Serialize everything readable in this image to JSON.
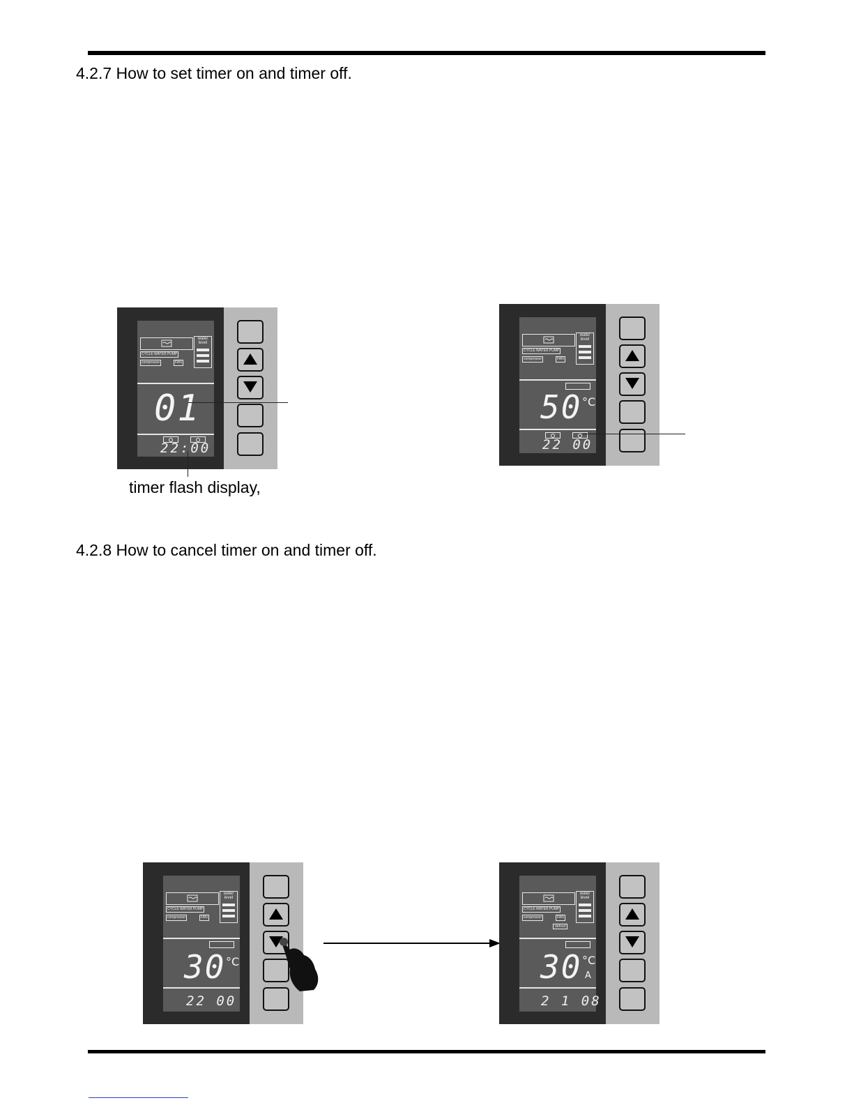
{
  "section_1": {
    "heading": "4.2.7 How to set timer on and timer off."
  },
  "section_2": {
    "heading": "4.2.8 How to cancel timer on and timer off."
  },
  "caption_timer_flash": "timer flash display,",
  "panel_labels": {
    "cycle_water_pump": "CYCLE WATER PUMP",
    "compressor": "compressor",
    "fan": "FAN",
    "water_level": "water level",
    "defrost": "defrost"
  },
  "panels": {
    "p1": {
      "digits": "01",
      "unit": "",
      "time": "22:00"
    },
    "p2": {
      "digits": "50",
      "unit": "°C",
      "time": "22 00"
    },
    "p3": {
      "digits": "30",
      "unit": "°C",
      "time": "22 00"
    },
    "p4": {
      "digits": "30",
      "unit": "°C",
      "unit2": "A",
      "time": "2 1 08"
    }
  },
  "colors": {
    "panel_dark": "#2b2b2b",
    "panel_button_strip": "#b9b9b9",
    "screen": "#5a5a5a",
    "segment": "#f4f4f4"
  }
}
